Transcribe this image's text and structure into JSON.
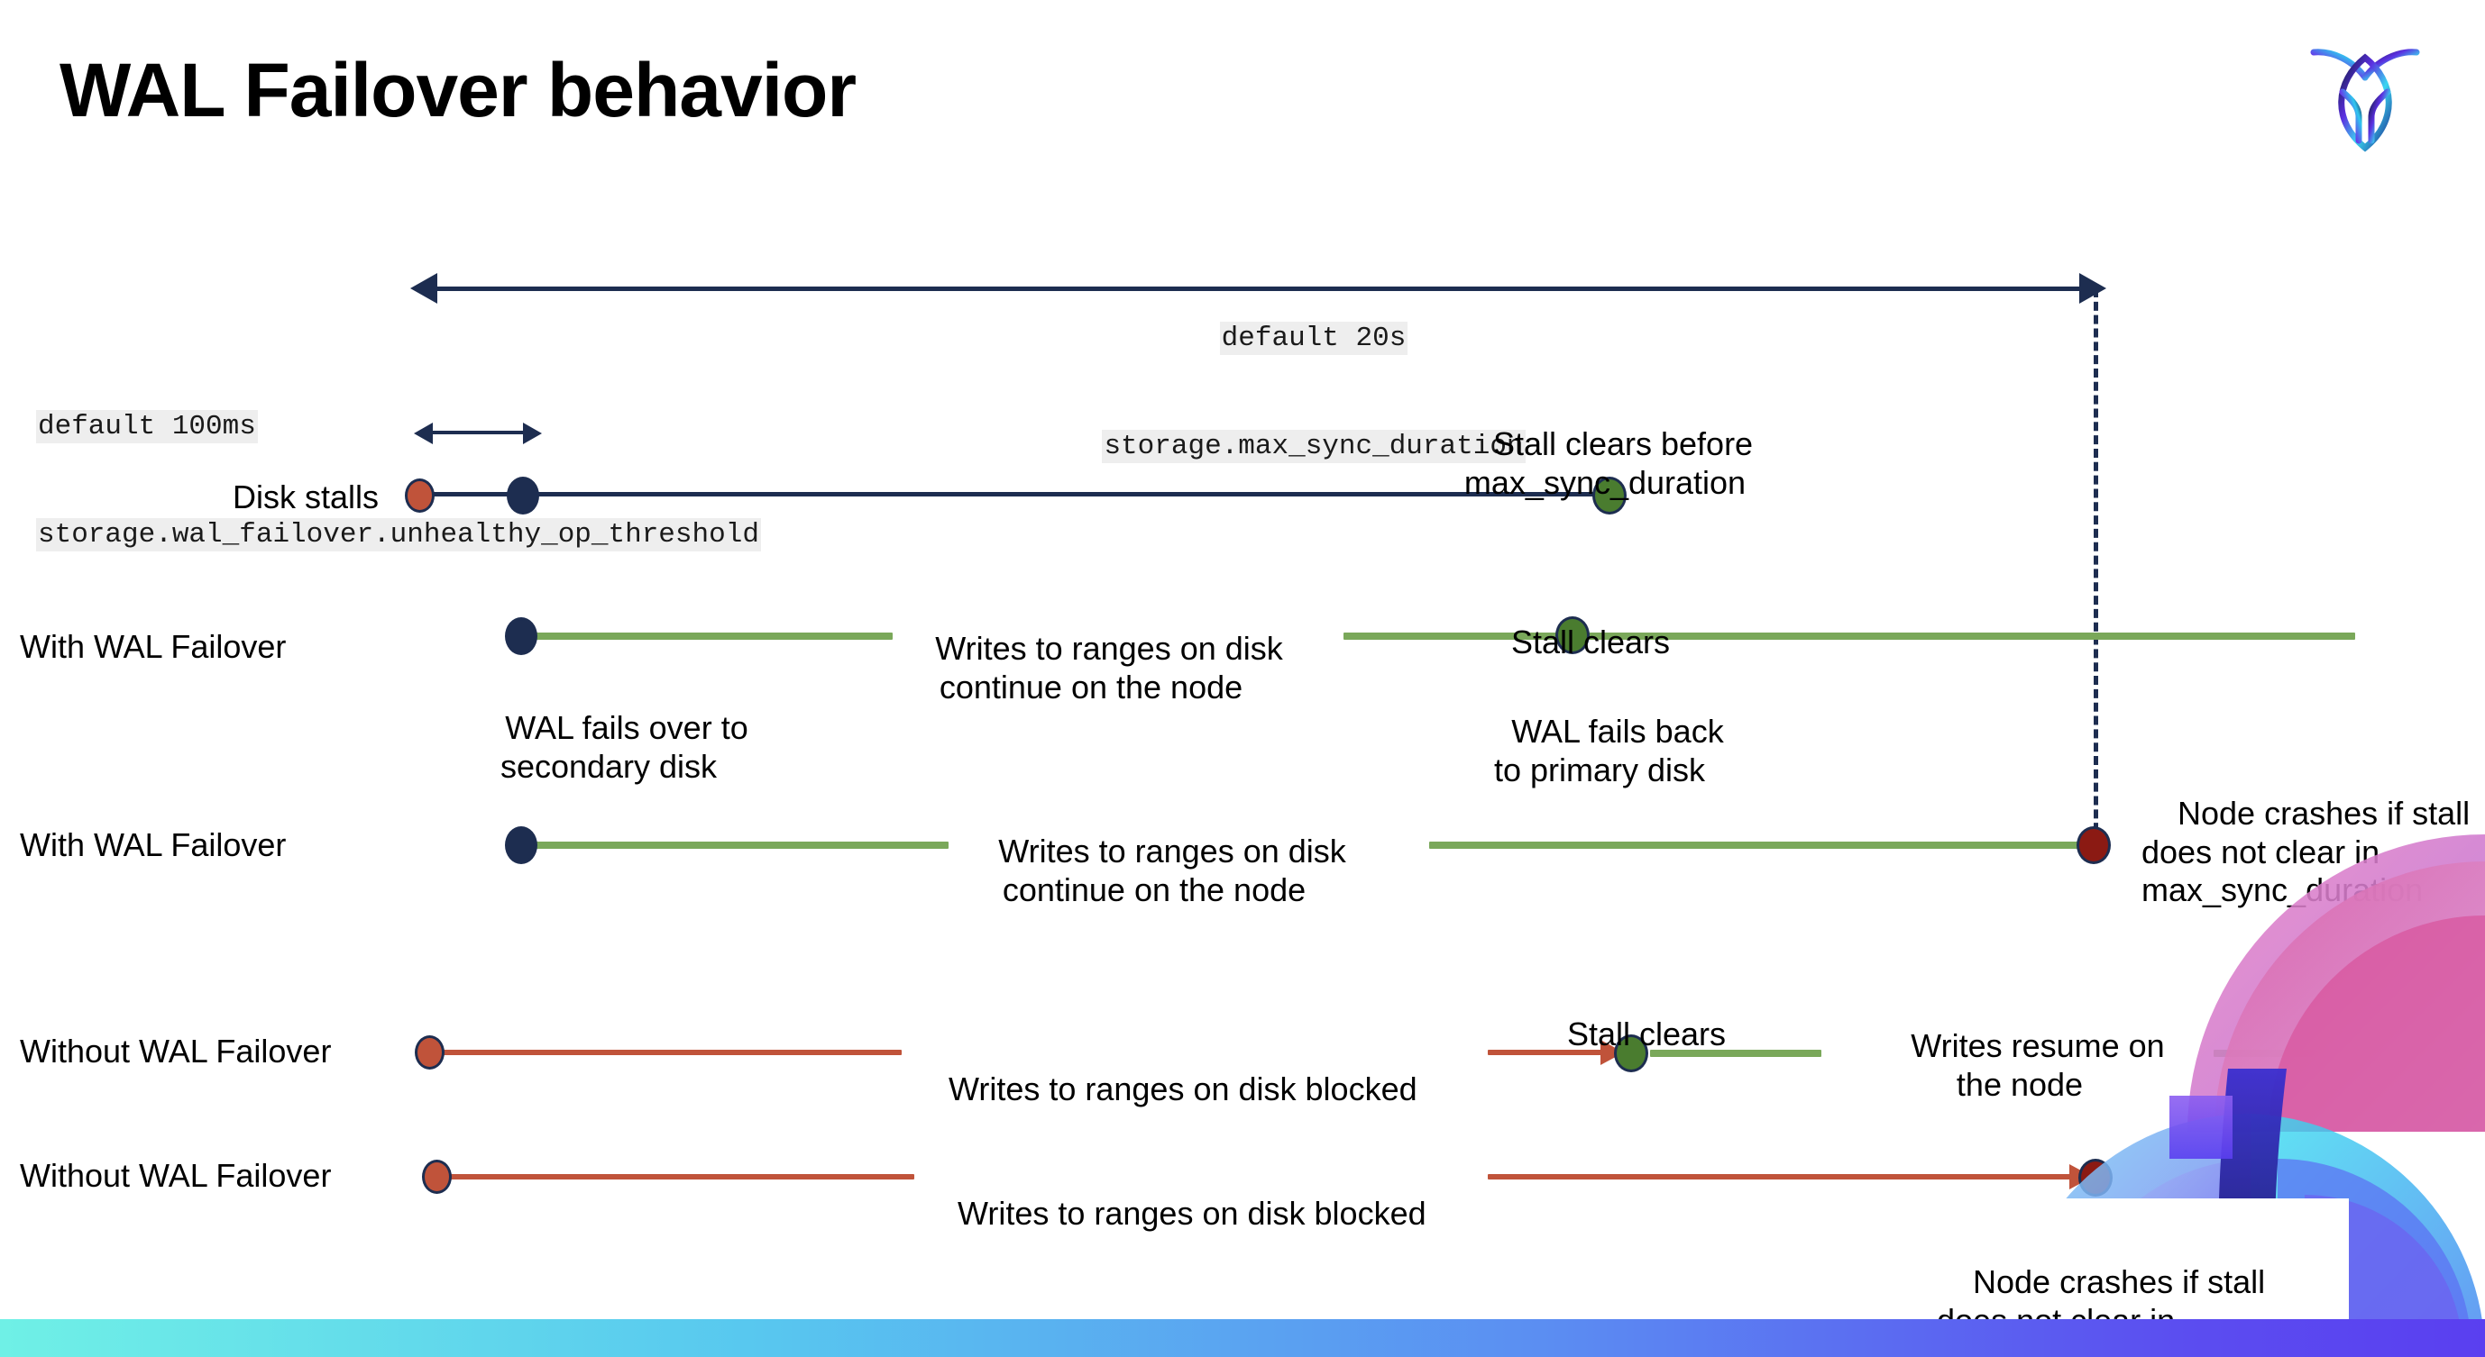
{
  "slide": {
    "title": "WAL Failover behavior",
    "logo_name": "cockroachdb-logo"
  },
  "annotations": {
    "max_sync_duration": {
      "line1": "default 20s",
      "line2": "storage.max_sync_duration"
    },
    "unhealthy_op_threshold": {
      "line1": "default 100ms",
      "line2": "storage.wal_failover.unhealthy_op_threshold"
    }
  },
  "rows": [
    {
      "id": "disk-stalls",
      "label": "Disk stalls",
      "notes": [
        {
          "id": "stall-clears-before",
          "text": "Stall clears before\nmax_sync_duration"
        }
      ]
    },
    {
      "id": "with-wal-failover-1",
      "label": "With WAL Failover",
      "notes": [
        {
          "id": "wal-fails-over",
          "text": "WAL fails over to\nsecondary disk"
        },
        {
          "id": "writes-continue-1",
          "text": "Writes to ranges on disk\ncontinue on the node"
        },
        {
          "id": "stall-clears-1",
          "text": "Stall clears"
        },
        {
          "id": "wal-fails-back",
          "text": "WAL fails  back\nto primary disk"
        }
      ]
    },
    {
      "id": "with-wal-failover-2",
      "label": "With WAL Failover",
      "notes": [
        {
          "id": "writes-continue-2",
          "text": "Writes to ranges on disk\ncontinue on the node"
        },
        {
          "id": "node-crashes-1",
          "text": "Node crashes if stall\ndoes not clear in\nmax_sync_duration"
        }
      ]
    },
    {
      "id": "without-wal-failover-1",
      "label": "Without WAL Failover",
      "notes": [
        {
          "id": "writes-blocked-1",
          "text": "Writes to ranges on disk  blocked"
        },
        {
          "id": "stall-clears-2",
          "text": "Stall clears"
        },
        {
          "id": "writes-resume",
          "text": "Writes resume on\nthe node"
        }
      ]
    },
    {
      "id": "without-wal-failover-2",
      "label": "Without WAL Failover",
      "notes": [
        {
          "id": "writes-blocked-2",
          "text": "Writes to ranges on disk  blocked"
        },
        {
          "id": "node-crashes-2",
          "text": "Node crashes if stall\ndoes not clear in\nmax_sync_duration"
        }
      ]
    }
  ],
  "colors": {
    "navy": "#1d2d50",
    "green_line": "#7aa85a",
    "green_dot": "#4a7c2f",
    "orange": "#c0533a",
    "dark_red": "#8b1a13",
    "bar_gradient_start": "#6ff0e6",
    "bar_gradient_end": "#5a3ff0"
  }
}
